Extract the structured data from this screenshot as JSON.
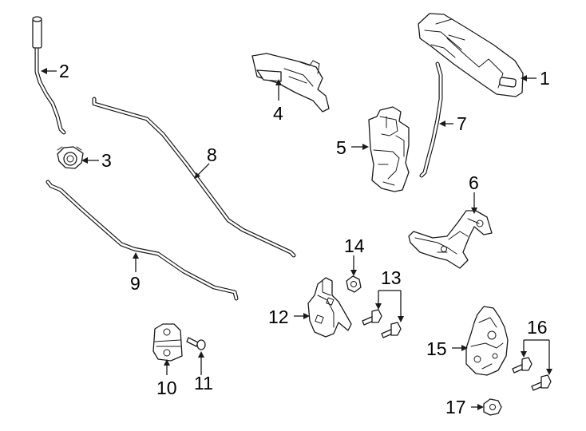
{
  "callouts": [
    {
      "id": "1",
      "text": "1"
    },
    {
      "id": "2",
      "text": "2"
    },
    {
      "id": "3",
      "text": "3"
    },
    {
      "id": "4",
      "text": "4"
    },
    {
      "id": "5",
      "text": "5"
    },
    {
      "id": "6",
      "text": "6"
    },
    {
      "id": "7",
      "text": "7"
    },
    {
      "id": "8",
      "text": "8"
    },
    {
      "id": "9",
      "text": "9"
    },
    {
      "id": "10",
      "text": "10"
    },
    {
      "id": "11",
      "text": "11"
    },
    {
      "id": "12",
      "text": "12"
    },
    {
      "id": "13",
      "text": "13"
    },
    {
      "id": "14",
      "text": "14"
    },
    {
      "id": "15",
      "text": "15"
    },
    {
      "id": "16",
      "text": "16"
    },
    {
      "id": "17",
      "text": "17"
    }
  ],
  "colors": {
    "line": "#1a1a1a",
    "background": "#ffffff"
  }
}
